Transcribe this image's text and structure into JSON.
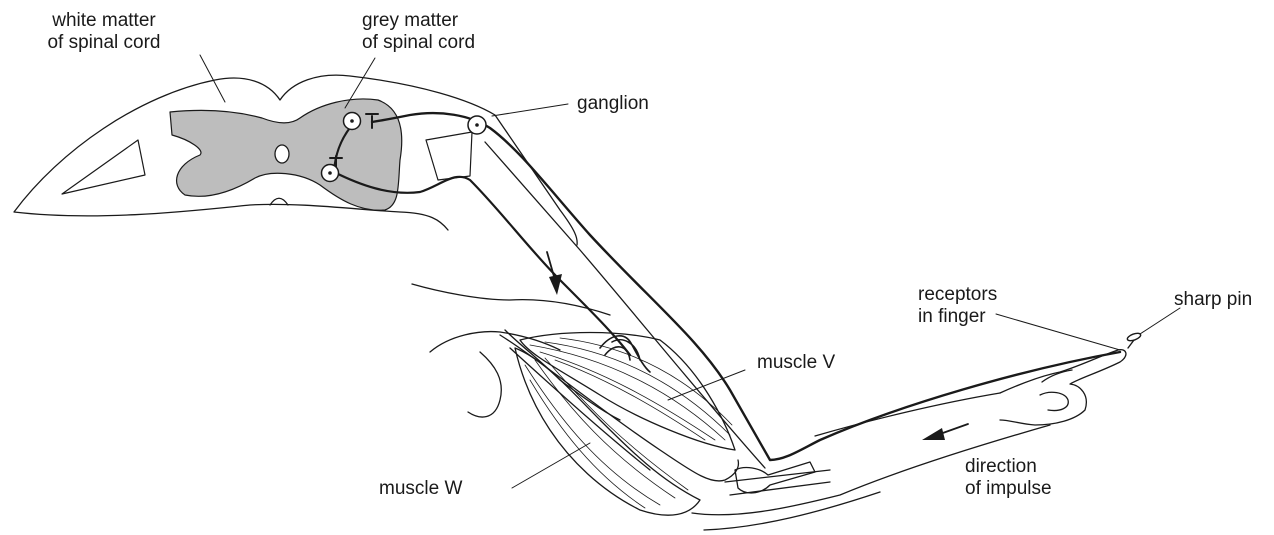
{
  "labels": {
    "white_matter": [
      "white matter",
      "of spinal cord"
    ],
    "grey_matter": [
      "grey matter",
      "of spinal cord"
    ],
    "ganglion": "ganglion",
    "receptors": [
      "receptors",
      "in finger"
    ],
    "sharp_pin": "sharp pin",
    "muscle_v": "muscle V",
    "muscle_w": "muscle W",
    "direction": [
      "direction",
      "of impulse"
    ]
  },
  "colors": {
    "line": "#1a1a1a",
    "grey_matter_fill": "#bdbdbd",
    "background": "#ffffff"
  }
}
